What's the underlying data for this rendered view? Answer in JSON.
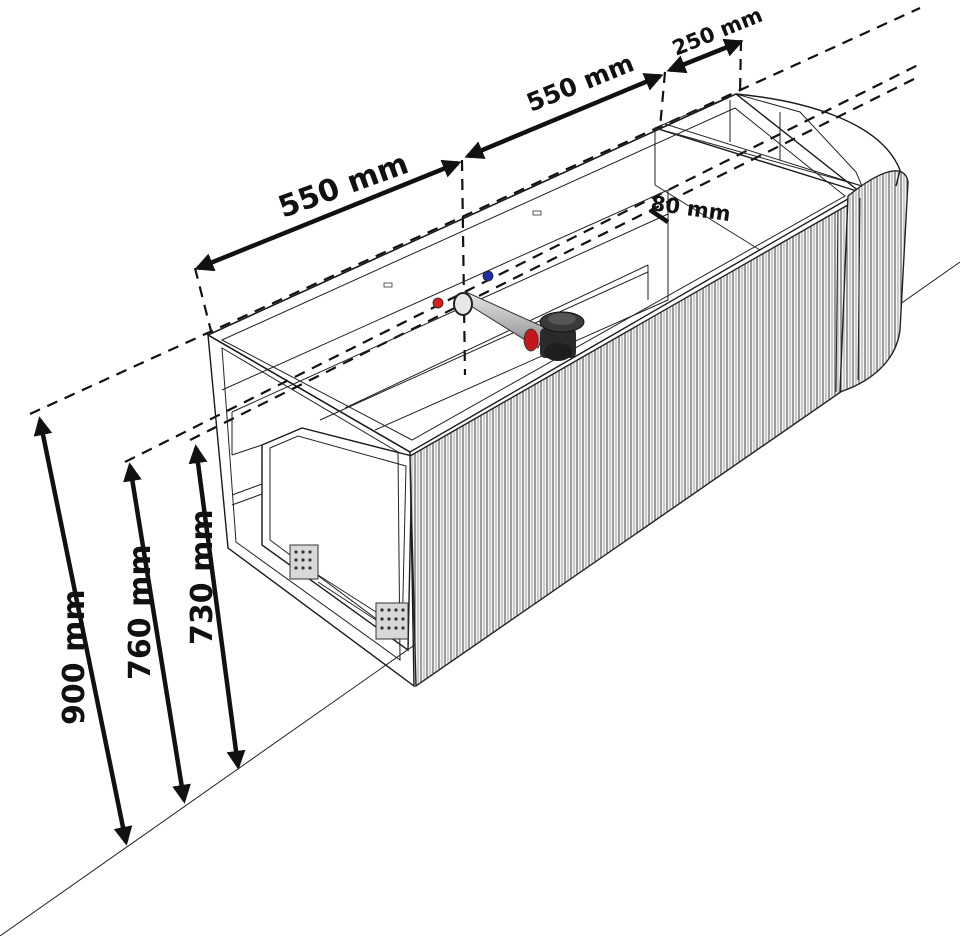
{
  "dimensions": {
    "width_left": "550 mm",
    "width_middle": "550 mm",
    "width_right": "250 mm",
    "offset": "80 mm",
    "height_total": "900 mm",
    "height_cabinet": "760 mm",
    "height_drawer": "730 mm"
  },
  "colors": {
    "hot_water_valve": "#d62020",
    "cold_water_valve": "#1c2fa8",
    "siphon": "#2a2a2a",
    "siphon_ring": "#c4161c",
    "line": "#111111"
  }
}
